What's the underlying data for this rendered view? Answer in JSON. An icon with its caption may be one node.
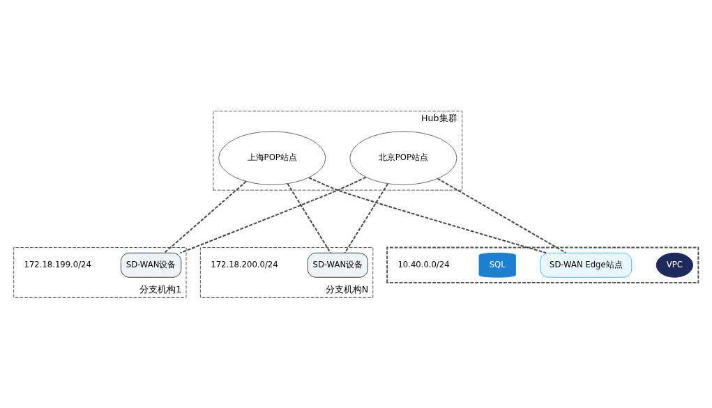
{
  "diagram": {
    "nodes": [
      {
        "text": [
          "Hub集群"
        ]
      },
      {
        "text": [
          "北京POP站点"
        ],
        "in": 0
      },
      {
        "text": [
          "上海POP站点"
        ],
        "in": 0
      },
      {
        "text": [
          "分支机构1"
        ]
      },
      {
        "text": [
          "SD-WAN设备"
        ],
        "in": 3
      },
      {
        "text": [
          "172.18.199.0/24"
        ],
        "in": 3
      },
      {
        "text": [
          "分支机构N"
        ]
      },
      {
        "text": [
          "SD-WAN设备"
        ],
        "in": 6
      },
      {
        "text": [
          "172.18.200.0/24"
        ],
        "in": 6
      },
      {
        "text": [],
        "shape": "box"
      },
      {
        "text": [
          "VPC"
        ],
        "in": 9
      },
      {
        "text": [
          "SD-WAN Edge站点"
        ],
        "in": 9
      },
      {
        "text": [
          "SQL"
        ],
        "in": 9
      },
      {
        "text": [
          "10.40.0.0/24"
        ],
        "in": 9
      }
    ],
    "edges": [
      {
        "from": 1,
        "to": 4,
        "arrow": "none",
        "style": "dashed"
      },
      {
        "from": 1,
        "to": 7,
        "arrow": "none",
        "style": "dashed"
      },
      {
        "from": 1,
        "to": 11,
        "arrow": "none",
        "style": "dashed"
      },
      {
        "from": 2,
        "to": 4,
        "arrow": "none",
        "style": "dashed"
      },
      {
        "from": 2,
        "to": 7,
        "arrow": "none",
        "style": "dashed"
      },
      {
        "from": 2,
        "to": 11,
        "arrow": "none",
        "style": "dashed"
      }
    ]
  }
}
